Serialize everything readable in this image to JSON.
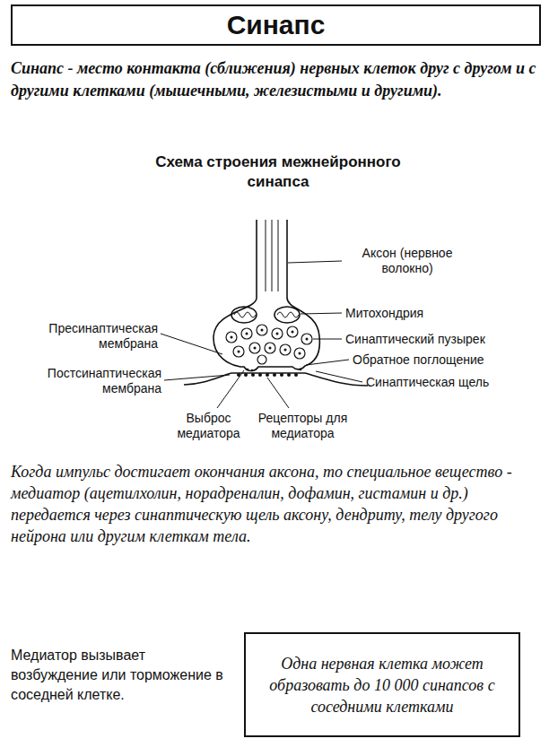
{
  "diagram": {
    "title": "Синапс",
    "nodes": [
      {
        "text": [
          "Одна нервная клетка может образовать до 10 000 синапсов с соседними клетками"
        ]
      }
    ],
    "edges": [],
    "labels": [
      "Синапс - место контакта (сближения) нервных клеток друг с другом и с другими клетками (мышечными, железистыми и другими).",
      "Схема строения межнейронного синапса",
      "Аксон (нервное волокно)",
      "Митохондрия",
      "Синаптический пузырек",
      "Обратное поглощение",
      "Синаптическая щель",
      "Пресинаптическая мембрана",
      "Постсинаптическая мембрана",
      "Выброс медиатора",
      "Рецепторы для медиатора",
      "Когда импульс достигает окончания аксона, то специальное вещество - медиатор (ацетилхолин, норадреналин, дофамин, гистамин и др.) передается через синаптическую щель аксону, дендриту, телу другого нейрона или другим клеткам тела.",
      "Медиатор вызывает возбуждение или торможение в соседней клетке."
    ]
  }
}
